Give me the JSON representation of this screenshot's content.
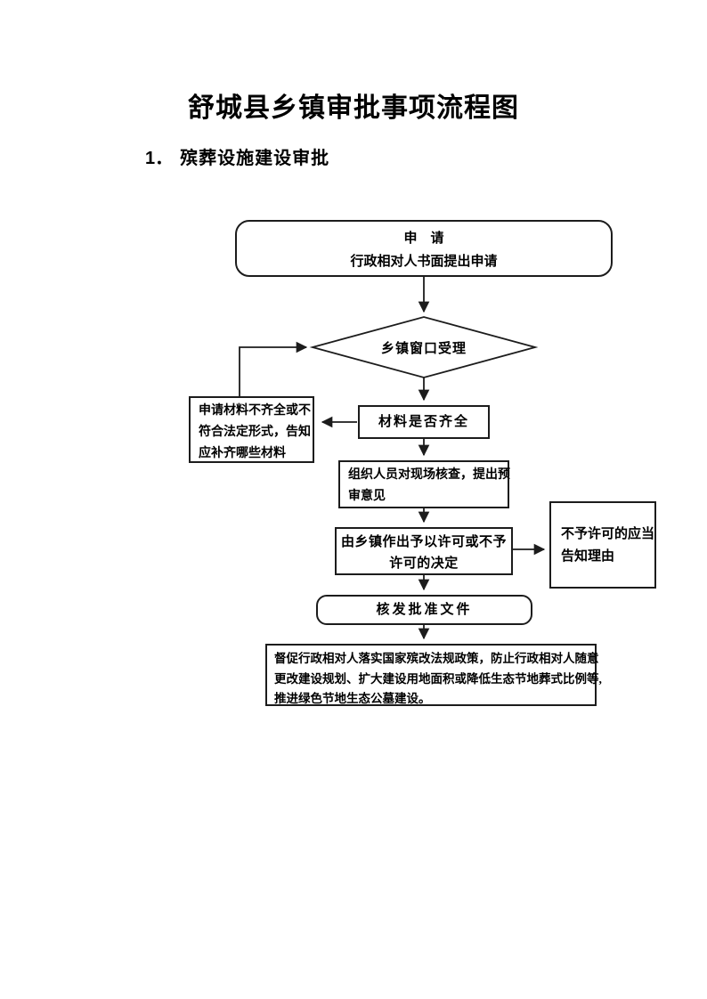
{
  "page": {
    "title": "舒城县乡镇审批事项流程图",
    "section_number": "1．",
    "section_title": "殡葬设施建设审批"
  },
  "flowchart": {
    "start": {
      "line1": "申　请",
      "line2": "行政相对人书面提出申请"
    },
    "accept_diamond": {
      "label": "乡镇窗口受理"
    },
    "materials_check": {
      "label": "材料是否齐全"
    },
    "notify": {
      "lines": [
        "申请材料不齐全或不",
        "符合法定形式，告知",
        "应补齐哪些材料"
      ]
    },
    "site_review": {
      "lines": [
        "组织人员对现场核查，提出预",
        "审意见"
      ]
    },
    "decision": {
      "lines": [
        "由乡镇作出予以许可或不予",
        "许可的决定"
      ]
    },
    "deny_reason": {
      "lines": [
        "不予许可的应当",
        "告知理由"
      ]
    },
    "issue": {
      "label": "核发批准文件"
    },
    "supervise": {
      "lines": [
        "督促行政相对人落实国家殡改法规政策，防止行政相对人随意",
        "更改建设规划、扩大建设用地面积或降低生态节地葬式比例等,",
        "推进绿色节地生态公墓建设。"
      ]
    }
  },
  "colors": {
    "line": "#1c1c1c",
    "text": "#000000",
    "background": "#ffffff"
  }
}
